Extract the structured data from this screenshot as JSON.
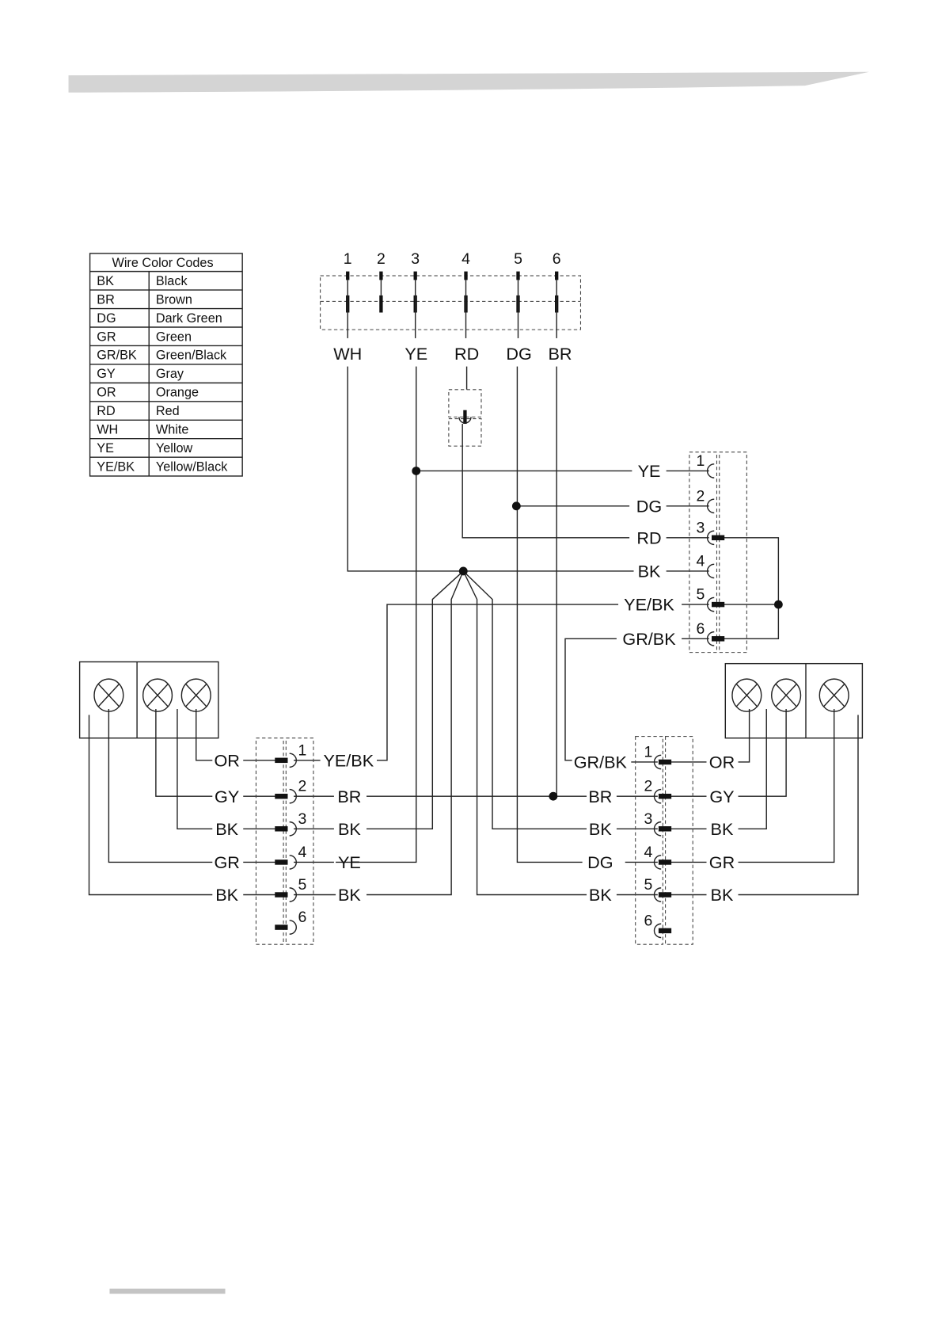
{
  "legend": {
    "title": "Wire Color Codes",
    "rows": [
      {
        "code": "BK",
        "name": "Black"
      },
      {
        "code": "BR",
        "name": "Brown"
      },
      {
        "code": "DG",
        "name": "Dark Green"
      },
      {
        "code": "GR",
        "name": "Green"
      },
      {
        "code": "GR/BK",
        "name": "Green/Black"
      },
      {
        "code": "GY",
        "name": "Gray"
      },
      {
        "code": "OR",
        "name": "Orange"
      },
      {
        "code": "RD",
        "name": "Red"
      },
      {
        "code": "WH",
        "name": "White"
      },
      {
        "code": "YE",
        "name": "Yellow"
      },
      {
        "code": "YE/BK",
        "name": "Yellow/Black"
      }
    ]
  },
  "top_connector": {
    "pins": [
      "1",
      "2",
      "3",
      "4",
      "5",
      "6"
    ],
    "wires": [
      "WH",
      "YE",
      "RD",
      "DG",
      "BR"
    ]
  },
  "upper_right_connector": {
    "pins": [
      "1",
      "2",
      "3",
      "4",
      "5",
      "6"
    ],
    "wires": [
      "YE",
      "DG",
      "RD",
      "BK",
      "YE/BK",
      "GR/BK"
    ]
  },
  "left_connector": {
    "pins": [
      "1",
      "2",
      "3",
      "4",
      "5",
      "6"
    ],
    "lamp_side": [
      "OR",
      "GY",
      "BK",
      "GR",
      "BK"
    ],
    "harness_side": [
      "YE/BK",
      "BR",
      "BK",
      "YE",
      "BK"
    ]
  },
  "right_connector": {
    "pins": [
      "1",
      "2",
      "3",
      "4",
      "5",
      "6"
    ],
    "harness_side": [
      "GR/BK",
      "BR",
      "BK",
      "DG",
      "BK"
    ],
    "lamp_side": [
      "OR",
      "GY",
      "BK",
      "GR",
      "BK"
    ]
  }
}
